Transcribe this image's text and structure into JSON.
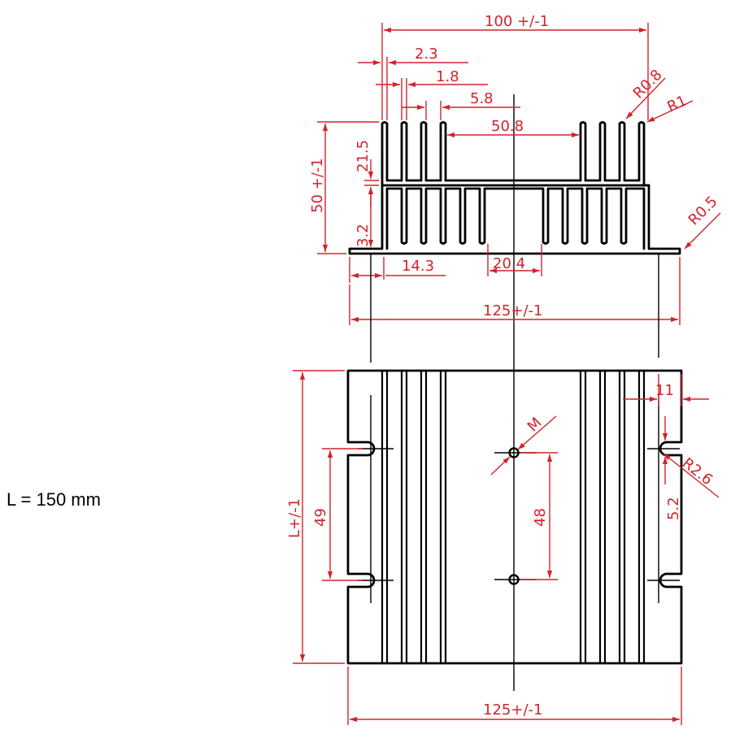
{
  "note": "L = 150 mm",
  "colors": {
    "outline": "#000000",
    "dimension": "#d2232a",
    "background": "#ffffff"
  },
  "front_view": {
    "overall_width_top": "100 +/-1",
    "fin_thickness": "2.3",
    "fin_gap": "1.8",
    "fin_pitch": "5.8",
    "center_gap": "50.8",
    "tip_radius_small": "R0.8",
    "tip_radius": "R1",
    "overall_height": "50 +/-1",
    "upper_fin_height": "21.5",
    "base_thickness": "3.2",
    "flange_radius": "R0.5",
    "flange_offset": "14.3",
    "center_channel": "20.4",
    "overall_width": "125+/-1"
  },
  "bottom_view": {
    "length": "L+/-1",
    "slot_spacing": "49",
    "hole_label": "M",
    "hole_spacing": "48",
    "slot_depth": "11",
    "slot_radius": "R2.6",
    "slot_width": "5.2",
    "overall_width": "125+/-1"
  }
}
